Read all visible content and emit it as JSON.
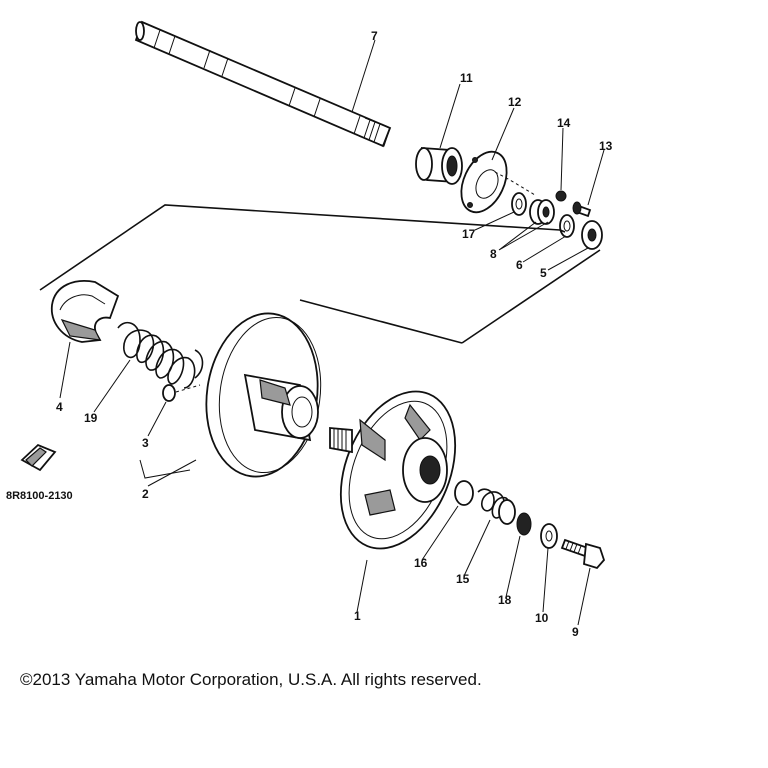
{
  "diagram": {
    "callouts": [
      "1",
      "2",
      "3",
      "4",
      "5",
      "6",
      "7",
      "8",
      "9",
      "10",
      "11",
      "12",
      "13",
      "14",
      "15",
      "16",
      "17",
      "18",
      "19"
    ],
    "part_code": "8R8100-2130"
  },
  "footer": {
    "copyright": "©2013 Yamaha Motor Corporation, U.S.A. All rights reserved."
  }
}
